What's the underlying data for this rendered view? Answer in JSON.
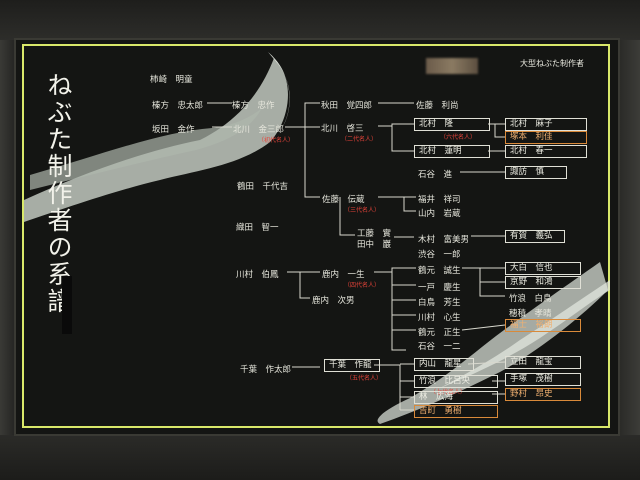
{
  "title": "ねぶた制作者の系譜",
  "header_label": "大型ねぶた制作者",
  "names": {
    "n1": "柿崎　明童",
    "n2": "榛方　忠太郎",
    "n3": "坂田　金作",
    "n4": "榛方　忠作",
    "n5": "北川　金三郎",
    "n5_gen": "（初代名人）",
    "n6": "秋田　覚四郎",
    "n7": "佐藤　利尚",
    "n8": "北川　啓三",
    "n8_gen": "（二代名人）",
    "n9": "北村　隆",
    "n9_gen": "（六代名人）",
    "n10": "北村　麻子",
    "n11": "塚本　利佳",
    "n12": "北村　蓮明",
    "n13": "北村　春一",
    "n14": "石谷　進",
    "n15": "諏訪　慎",
    "n16": "鶴田　千代吉",
    "n17": "佐藤　伝蔵",
    "n17_gen": "（三代名人）",
    "n18": "福井　祥司",
    "n19": "山内　岩蔵",
    "n20": "織田　智一",
    "n21": "工藤　實",
    "n22": "田中　巖",
    "n23": "木村　富美男",
    "n24": "有賀　義弘",
    "n25": "渋谷　一郎",
    "n26": "川村　伯鳳",
    "n27": "鹿内　一生",
    "n27_gen": "（四代名人）",
    "n28": "鹿内　次男",
    "n29": "鶴元　誠生",
    "n30": "大白　信也",
    "n31": "京野　和鴻",
    "n32": "一戸　慶生",
    "n33": "白鳥　芳生",
    "n34": "川村　心生",
    "n35": "鶴元　正生",
    "n36": "竹浪　白鳥",
    "n37": "穂積　孝晴",
    "n38": "福士　裕朗",
    "n39": "千葉　作太郎",
    "n40": "千葉　作龍",
    "n40_gen": "（五代名人）",
    "n41": "内山　龍星",
    "n42": "竹浪　比呂央",
    "n42_gen": "（七代名人）",
    "n43": "林　広海",
    "n44": "吉町　勇樹",
    "n45": "立田　龍宝",
    "n46": "手塚　茂樹",
    "n47": "野村　昂史",
    "n48": "石谷　一二"
  }
}
